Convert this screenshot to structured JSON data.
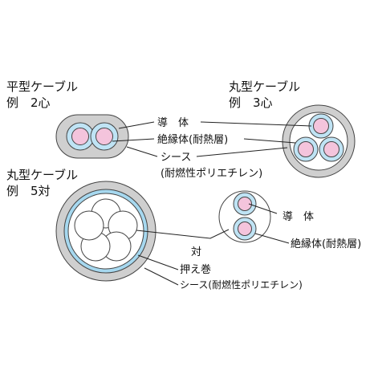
{
  "colors": {
    "sheath": "#cfcfcf",
    "outline": "#444444",
    "insulation": "#bfe3f4",
    "conductor": "#f4c4dc",
    "inner_white": "#ffffff",
    "wrap_tape": "#a6d8ef"
  },
  "flat_cable": {
    "title": "平型ケーブル",
    "example": "例　2心"
  },
  "round_3core": {
    "title": "丸型ケーブル",
    "example": "例　3心"
  },
  "round_5pair": {
    "title": "丸型ケーブル",
    "example": "例　5対"
  },
  "labels": {
    "conductor": "導　体",
    "insulation": "絶縁体(耐熱層)",
    "sheath_line1": "シース",
    "sheath_line2": "(耐燃性ポリエチレン)",
    "pair": "対",
    "wrap": "押え巻",
    "sheath_full": "シース(耐燃性ポリエチレン)"
  },
  "pair_detail": {
    "conductor": "導　体",
    "insulation": "絶縁体(耐熱層)"
  }
}
